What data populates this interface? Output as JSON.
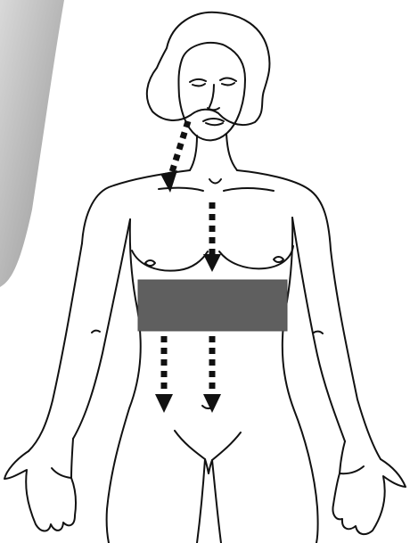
{
  "figure": {
    "subject": "female-front-body-outline",
    "colors": {
      "background": "#ffffff",
      "outline": "#111111",
      "band_fill": "#5f5f5f",
      "band_edge": "#505050",
      "arrow": "#111111",
      "photo_light": "#d7d7d7",
      "photo_dark": "#8f8f8f"
    },
    "arrows": [
      {
        "id": "neck-arrow",
        "direction": "down-left",
        "style": "dashed"
      },
      {
        "id": "chest-arrow",
        "direction": "down",
        "style": "dashed"
      },
      {
        "id": "left-abdomen-arrow",
        "direction": "down",
        "style": "dashed"
      },
      {
        "id": "right-abdomen-arrow",
        "direction": "down",
        "style": "dashed"
      }
    ],
    "band": {
      "id": "gray-band",
      "shape": "rectangle"
    }
  }
}
